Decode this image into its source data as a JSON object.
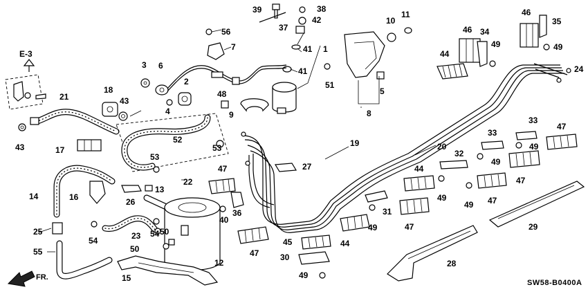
{
  "diagram": {
    "reference_code": "SW58-B0400A",
    "section_ref": "E-3",
    "front_label": "FR.",
    "callouts": [
      {
        "id": "c39",
        "text": "39"
      },
      {
        "id": "c38",
        "text": "38"
      },
      {
        "id": "c42",
        "text": "42"
      },
      {
        "id": "c37",
        "text": "37"
      },
      {
        "id": "c41a",
        "text": "41"
      },
      {
        "id": "c41b",
        "text": "41"
      },
      {
        "id": "c1",
        "text": "1"
      },
      {
        "id": "c56",
        "text": "56"
      },
      {
        "id": "c7",
        "text": "7"
      },
      {
        "id": "c3",
        "text": "3"
      },
      {
        "id": "c6",
        "text": "6"
      },
      {
        "id": "c2",
        "text": "2"
      },
      {
        "id": "c4",
        "text": "4"
      },
      {
        "id": "c18",
        "text": "18"
      },
      {
        "id": "c43a",
        "text": "43"
      },
      {
        "id": "c43b",
        "text": "43"
      },
      {
        "id": "c21",
        "text": "21"
      },
      {
        "id": "c10",
        "text": "10"
      },
      {
        "id": "c11",
        "text": "11"
      },
      {
        "id": "c51",
        "text": "51"
      },
      {
        "id": "c5",
        "text": "5"
      },
      {
        "id": "c8",
        "text": "8"
      },
      {
        "id": "c48",
        "text": "48"
      },
      {
        "id": "c9",
        "text": "9"
      },
      {
        "id": "c46a",
        "text": "46"
      },
      {
        "id": "c34",
        "text": "34"
      },
      {
        "id": "c49a",
        "text": "49"
      },
      {
        "id": "c44a",
        "text": "44"
      },
      {
        "id": "c46b",
        "text": "46"
      },
      {
        "id": "c35",
        "text": "35"
      },
      {
        "id": "c49b",
        "text": "49"
      },
      {
        "id": "c24",
        "text": "24"
      },
      {
        "id": "c52",
        "text": "52"
      },
      {
        "id": "c53a",
        "text": "53"
      },
      {
        "id": "c17",
        "text": "17"
      },
      {
        "id": "c53b",
        "text": "53"
      },
      {
        "id": "c22",
        "text": "22"
      },
      {
        "id": "c14",
        "text": "14"
      },
      {
        "id": "c16",
        "text": "16"
      },
      {
        "id": "c26",
        "text": "26"
      },
      {
        "id": "c13",
        "text": "13"
      },
      {
        "id": "c47a",
        "text": "47"
      },
      {
        "id": "c36",
        "text": "36"
      },
      {
        "id": "c40",
        "text": "40"
      },
      {
        "id": "c19",
        "text": "19"
      },
      {
        "id": "c20",
        "text": "20"
      },
      {
        "id": "c27",
        "text": "27"
      },
      {
        "id": "c33a",
        "text": "33"
      },
      {
        "id": "c33b",
        "text": "33"
      },
      {
        "id": "c47b",
        "text": "47"
      },
      {
        "id": "c49c",
        "text": "49"
      },
      {
        "id": "c32",
        "text": "32"
      },
      {
        "id": "c49d",
        "text": "49"
      },
      {
        "id": "c44b",
        "text": "44"
      },
      {
        "id": "c47c",
        "text": "47"
      },
      {
        "id": "c49e",
        "text": "49"
      },
      {
        "id": "c49f",
        "text": "49"
      },
      {
        "id": "c47d",
        "text": "47"
      },
      {
        "id": "c31",
        "text": "31"
      },
      {
        "id": "c49g",
        "text": "49"
      },
      {
        "id": "c47e",
        "text": "47"
      },
      {
        "id": "c29",
        "text": "29"
      },
      {
        "id": "c25",
        "text": "25"
      },
      {
        "id": "c54a",
        "text": "54"
      },
      {
        "id": "c23",
        "text": "23"
      },
      {
        "id": "c54b",
        "text": "54"
      },
      {
        "id": "c50a",
        "text": "50"
      },
      {
        "id": "c50b",
        "text": "50"
      },
      {
        "id": "c12",
        "text": "12"
      },
      {
        "id": "c47f",
        "text": "47"
      },
      {
        "id": "c45",
        "text": "45"
      },
      {
        "id": "c44c",
        "text": "44"
      },
      {
        "id": "c55",
        "text": "55"
      },
      {
        "id": "c15",
        "text": "15"
      },
      {
        "id": "c30",
        "text": "30"
      },
      {
        "id": "c49h",
        "text": "49"
      },
      {
        "id": "c28",
        "text": "28"
      }
    ]
  }
}
